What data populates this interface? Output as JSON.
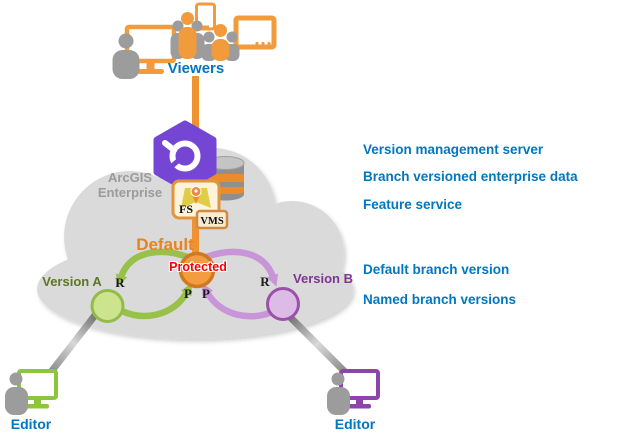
{
  "viewers": {
    "label": "Viewers"
  },
  "cloud": {
    "title": "ArcGIS Enterprise"
  },
  "branch": {
    "default_label": "Default",
    "protected_label": "Protected",
    "version_a_label": "Version A",
    "version_b_label": "Version B",
    "reconcile_label": "R",
    "post_label": "P"
  },
  "service": {
    "feature_service_label": "FS",
    "version_management_label": "VMS"
  },
  "editors": {
    "left_label": "Editor",
    "right_label": "Editor"
  },
  "legend": {
    "items": [
      "Version management server",
      "Branch versioned enterprise data",
      "Feature service",
      "Default branch version",
      "Named branch versions"
    ]
  },
  "colors": {
    "esri_blue": "#0077be",
    "device_orange": "#f29b3d",
    "line_orange": "#ef9231",
    "default_fill": "#f49c40",
    "default_stroke": "#cf7a1f",
    "default_text": "#e8831f",
    "protected_red": "#f80008",
    "green_arrow": "#97c148",
    "green_fill": "#cde48f",
    "green_stroke": "#94ba4a",
    "green_text": "#5d7723",
    "purple_arrow": "#c795d8",
    "purple_fill": "#ddbbe7",
    "purple_stroke": "#9b51a8",
    "purple_text": "#7d3691",
    "editor_green": "#8cc63f",
    "editor_purple": "#8e44ad",
    "cloud_gray": "#dadada",
    "people_gray": "#9c9c9c",
    "enterprise_purple": "#7546d4"
  }
}
